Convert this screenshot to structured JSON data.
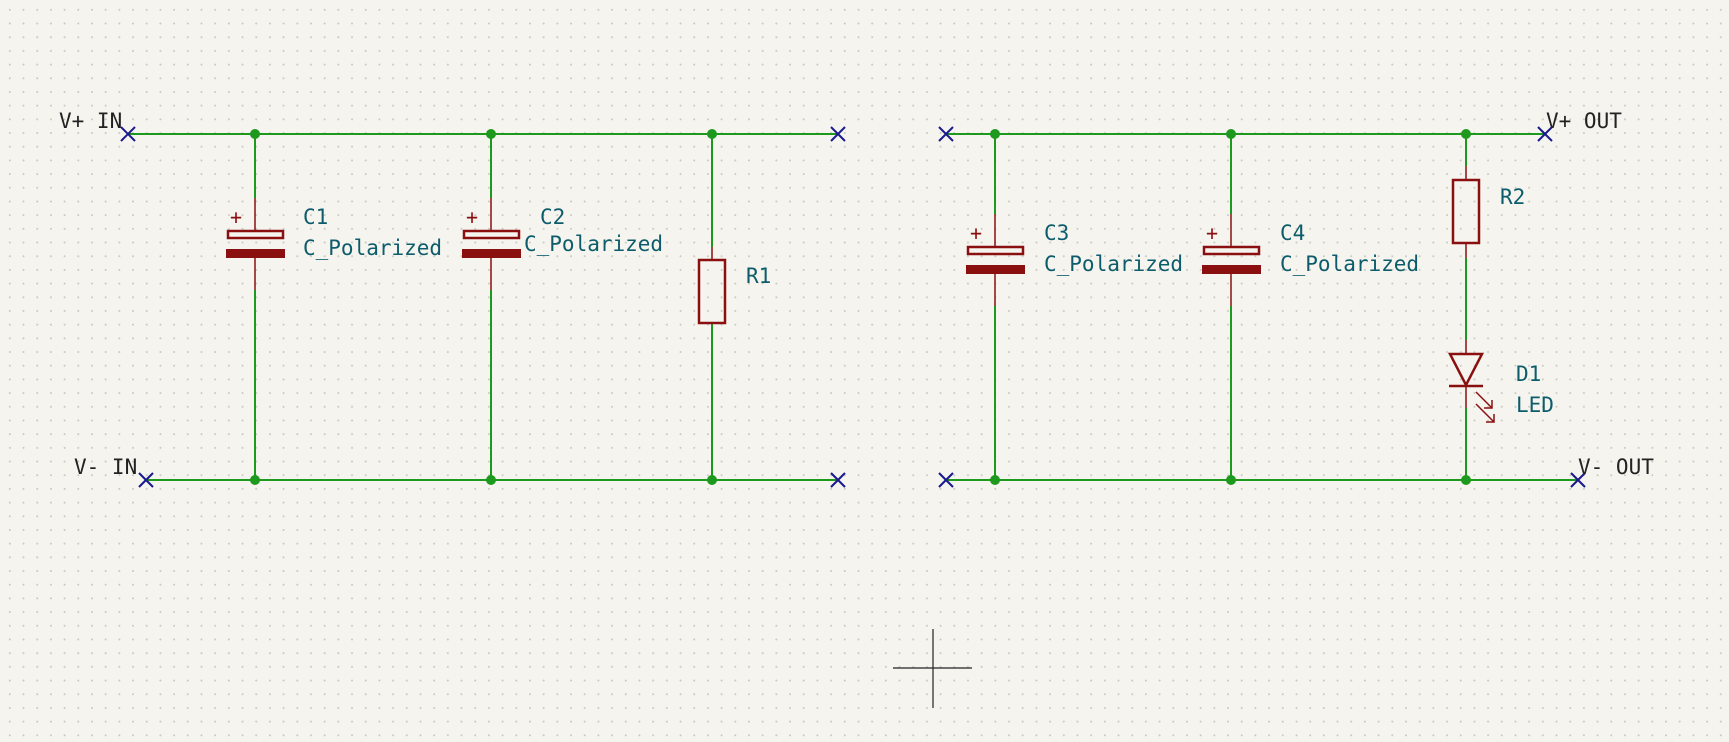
{
  "nets": {
    "vplus_in": "V+ IN",
    "vminus_in": "V- IN",
    "vplus_out": "V+ OUT",
    "vminus_out": "V- OUT"
  },
  "components": {
    "c1": {
      "ref": "C1",
      "value": "C_Polarized",
      "polarity": "+"
    },
    "c2": {
      "ref": "C2",
      "value": "C_Polarized",
      "polarity": "+"
    },
    "c3": {
      "ref": "C3",
      "value": "C_Polarized",
      "polarity": "+"
    },
    "c4": {
      "ref": "C4",
      "value": "C_Polarized",
      "polarity": "+"
    },
    "r1": {
      "ref": "R1"
    },
    "r2": {
      "ref": "R2"
    },
    "d1": {
      "ref": "D1",
      "value": "LED"
    }
  },
  "colors": {
    "wire": "#1d9a1d",
    "symbol": "#8a1010",
    "label": "#0d5c6b",
    "no_connect": "#1a1a8c",
    "background": "#f5f4ef"
  }
}
